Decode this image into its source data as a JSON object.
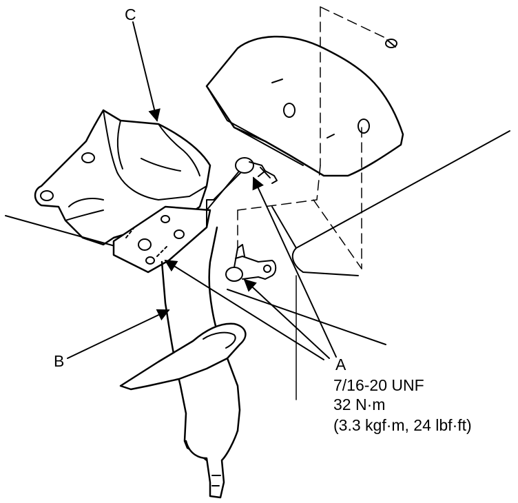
{
  "labels": {
    "c": "C",
    "b": "B",
    "a": "A"
  },
  "specification": {
    "thread": "7/16-20 UNF",
    "torque_nm": "32 N·m",
    "torque_alt": "(3.3 kgf·m, 24 lbf·ft)"
  }
}
